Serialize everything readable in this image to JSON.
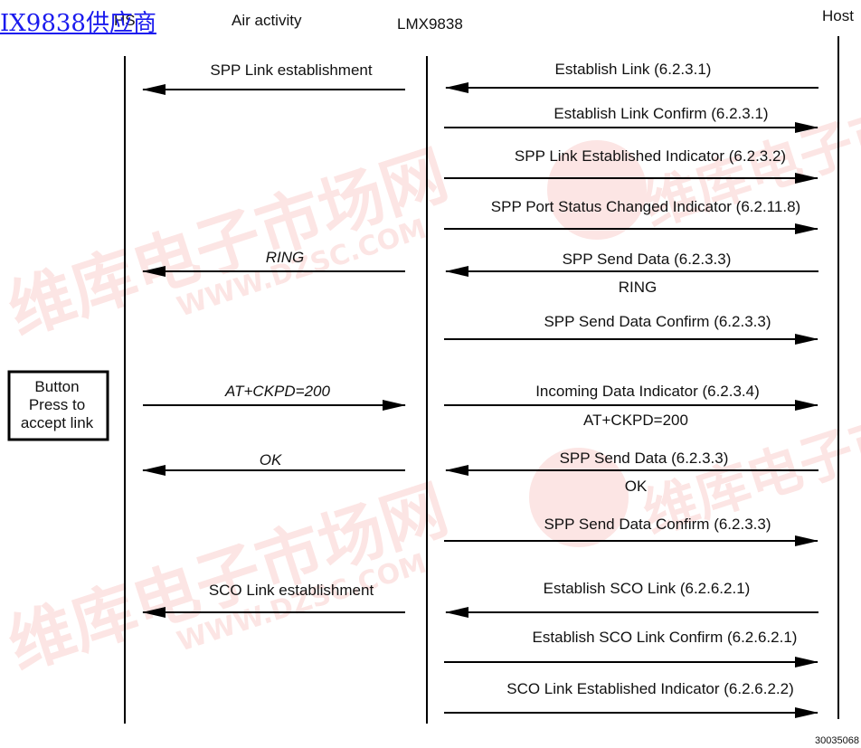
{
  "link_text": "IX9838供应商",
  "columns": {
    "hs": "HS",
    "air": "Air activity",
    "lmx": "LMX9838",
    "host": "Host"
  },
  "button_box": [
    "Button",
    "Press to",
    "accept link"
  ],
  "left_messages": [
    {
      "text": "SPP Link establishment",
      "italic": false,
      "direction": "left"
    },
    {
      "text": "RING",
      "italic": true,
      "direction": "left"
    },
    {
      "text": "AT+CKPD=200",
      "italic": true,
      "direction": "right"
    },
    {
      "text": "OK",
      "italic": true,
      "direction": "left"
    },
    {
      "text": "SCO Link establishment",
      "italic": false,
      "direction": "left"
    }
  ],
  "right_messages": [
    {
      "text": "Establish Link  (6.2.3.1)",
      "direction": "left",
      "sub": ""
    },
    {
      "text": "Establish Link Confirm (6.2.3.1)",
      "direction": "right",
      "sub": ""
    },
    {
      "text": "SPP Link Established Indicator  (6.2.3.2)",
      "direction": "right",
      "sub": ""
    },
    {
      "text": "SPP Port Status Changed Indicator  (6.2.11.8)",
      "direction": "right",
      "sub": ""
    },
    {
      "text": "SPP Send Data  (6.2.3.3)",
      "direction": "left",
      "sub": "RING"
    },
    {
      "text": "SPP Send Data Confirm (6.2.3.3)",
      "direction": "right",
      "sub": ""
    },
    {
      "text": "Incoming Data Indicator (6.2.3.4)",
      "direction": "right",
      "sub": "AT+CKPD=200"
    },
    {
      "text": "SPP Send Data  (6.2.3.3)",
      "direction": "left",
      "sub": "OK"
    },
    {
      "text": "SPP Send Data Confirm (6.2.3.3)",
      "direction": "right",
      "sub": ""
    },
    {
      "text": "Establish SCO Link  (6.2.6.2.1)",
      "direction": "left",
      "sub": ""
    },
    {
      "text": "Establish SCO Link Confirm (6.2.6.2.1)",
      "direction": "right",
      "sub": ""
    },
    {
      "text": "SCO Link Established Indicator  (6.2.6.2.2)",
      "direction": "right",
      "sub": ""
    }
  ],
  "figure_id": "30035068",
  "watermark": {
    "cn_text": "维库电子市场网",
    "en_text": "WWW.DZSC.COM",
    "color": "#e23b2e"
  }
}
